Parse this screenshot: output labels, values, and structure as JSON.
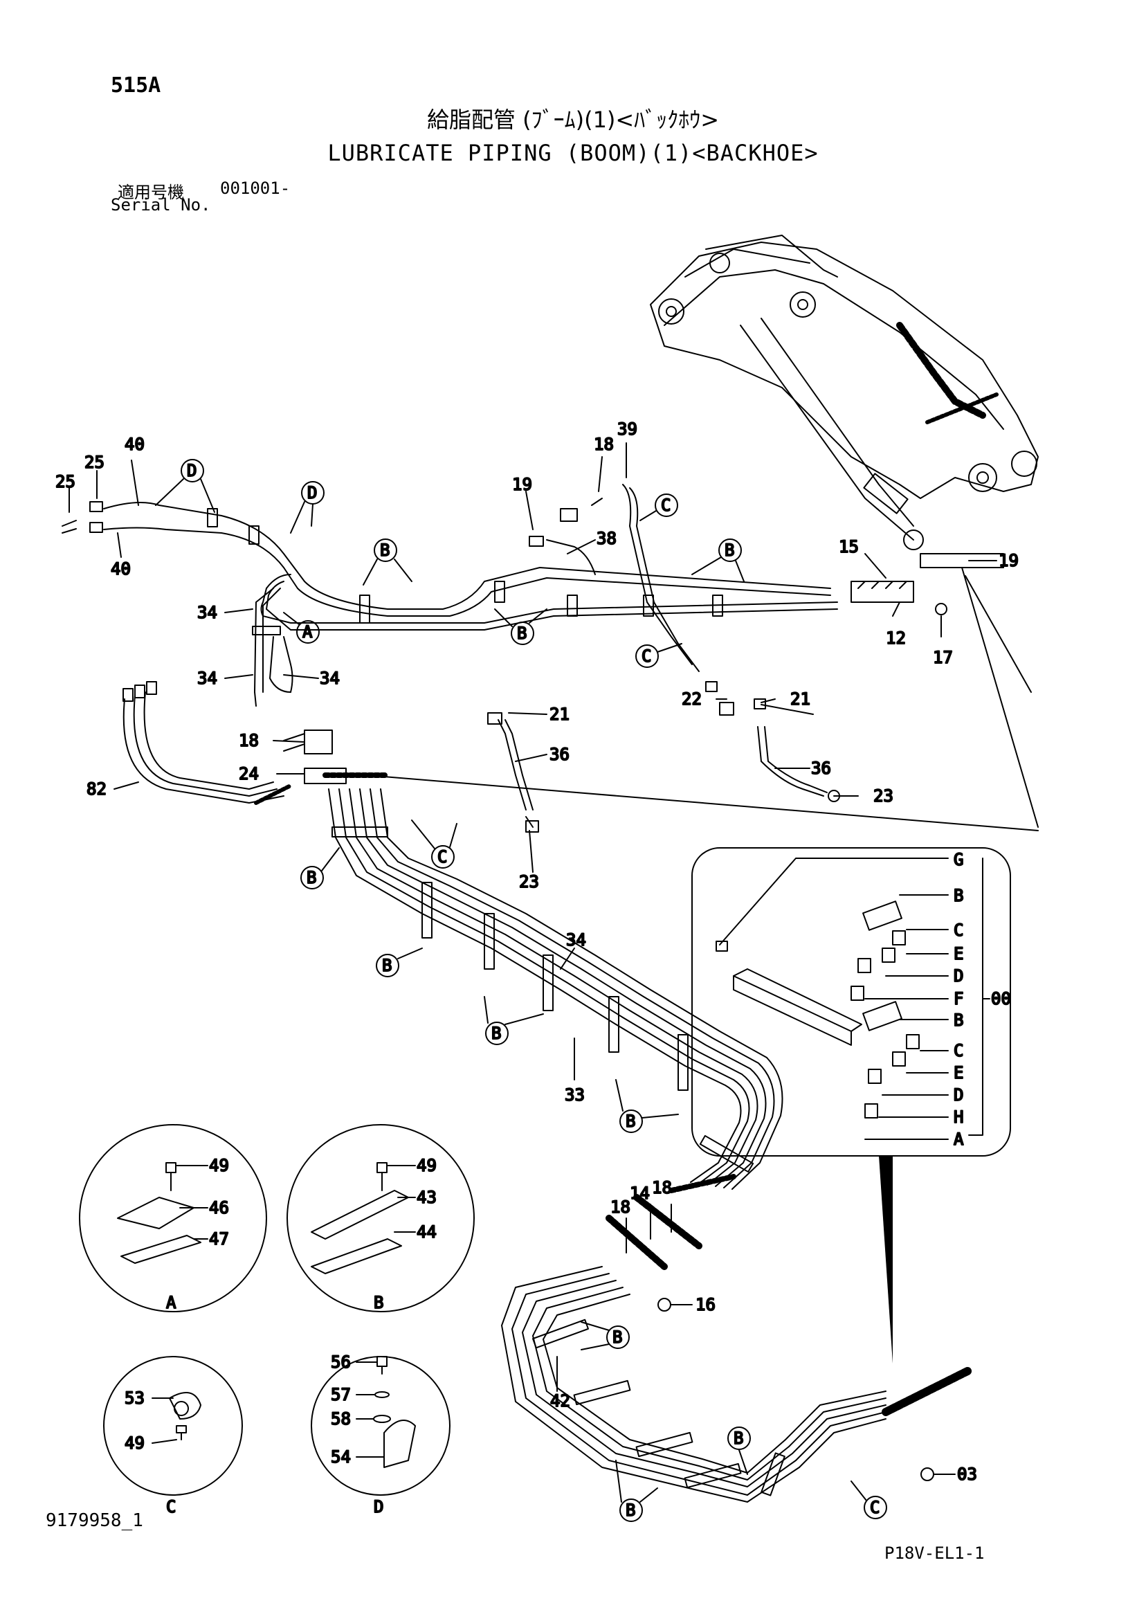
{
  "header": {
    "page_number": "515A",
    "title_jp": "給脂配管 (ﾌﾞｰﾑ)(1)<ﾊﾞｯｸﾎｳ>",
    "title_en": "LUBRICATE PIPING (BOOM)(1)<BACKHOE>",
    "serial_label_jp": "適用号機",
    "serial_value": "001001-",
    "serial_label_en": "Serial No."
  },
  "footer": {
    "doc_id": "9179958_1",
    "sheet_code": "P18V-EL1-1"
  },
  "part_callouts": {
    "c25a": "25",
    "c25b": "25",
    "c40a": "40",
    "c40b": "40",
    "c18a": "18",
    "c39": "39",
    "c19a": "19",
    "c38": "38",
    "c15": "15",
    "c19b": "19",
    "c12": "12",
    "c17": "17",
    "c34a": "34",
    "c34b": "34",
    "c34c": "34",
    "c34d": "34",
    "c22": "22",
    "c21a": "21",
    "c21b": "21",
    "c36a": "36",
    "c36b": "36",
    "c18b": "18",
    "c24": "24",
    "c82": "82",
    "c23a": "23",
    "c23b": "23",
    "c33": "33",
    "c18c": "18",
    "c14": "14",
    "c18d": "18",
    "c16": "16",
    "c42": "42",
    "c03": "03",
    "c00": "00",
    "c49a": "49",
    "c46": "46",
    "c47": "47",
    "c49b": "49",
    "c43": "43",
    "c44": "44",
    "c53": "53",
    "c49c": "49",
    "c56": "56",
    "c57": "57",
    "c58": "58",
    "c54": "54"
  },
  "circle_markers": {
    "d1": "D",
    "d2": "D",
    "b1": "B",
    "b2": "B",
    "b3": "B",
    "a1": "A",
    "c1": "C",
    "c2": "C",
    "b4": "B",
    "c3": "C",
    "b5": "B",
    "b6": "B",
    "b7": "B",
    "b8": "B",
    "b9": "B",
    "b10": "B",
    "c4": "C"
  },
  "manifold_detail": {
    "letters": [
      "G",
      "B",
      "C",
      "E",
      "D",
      "F",
      "B",
      "C",
      "E",
      "D",
      "H",
      "A"
    ]
  },
  "detail_views": {
    "A": "A",
    "B": "B",
    "C": "C",
    "D": "D"
  }
}
